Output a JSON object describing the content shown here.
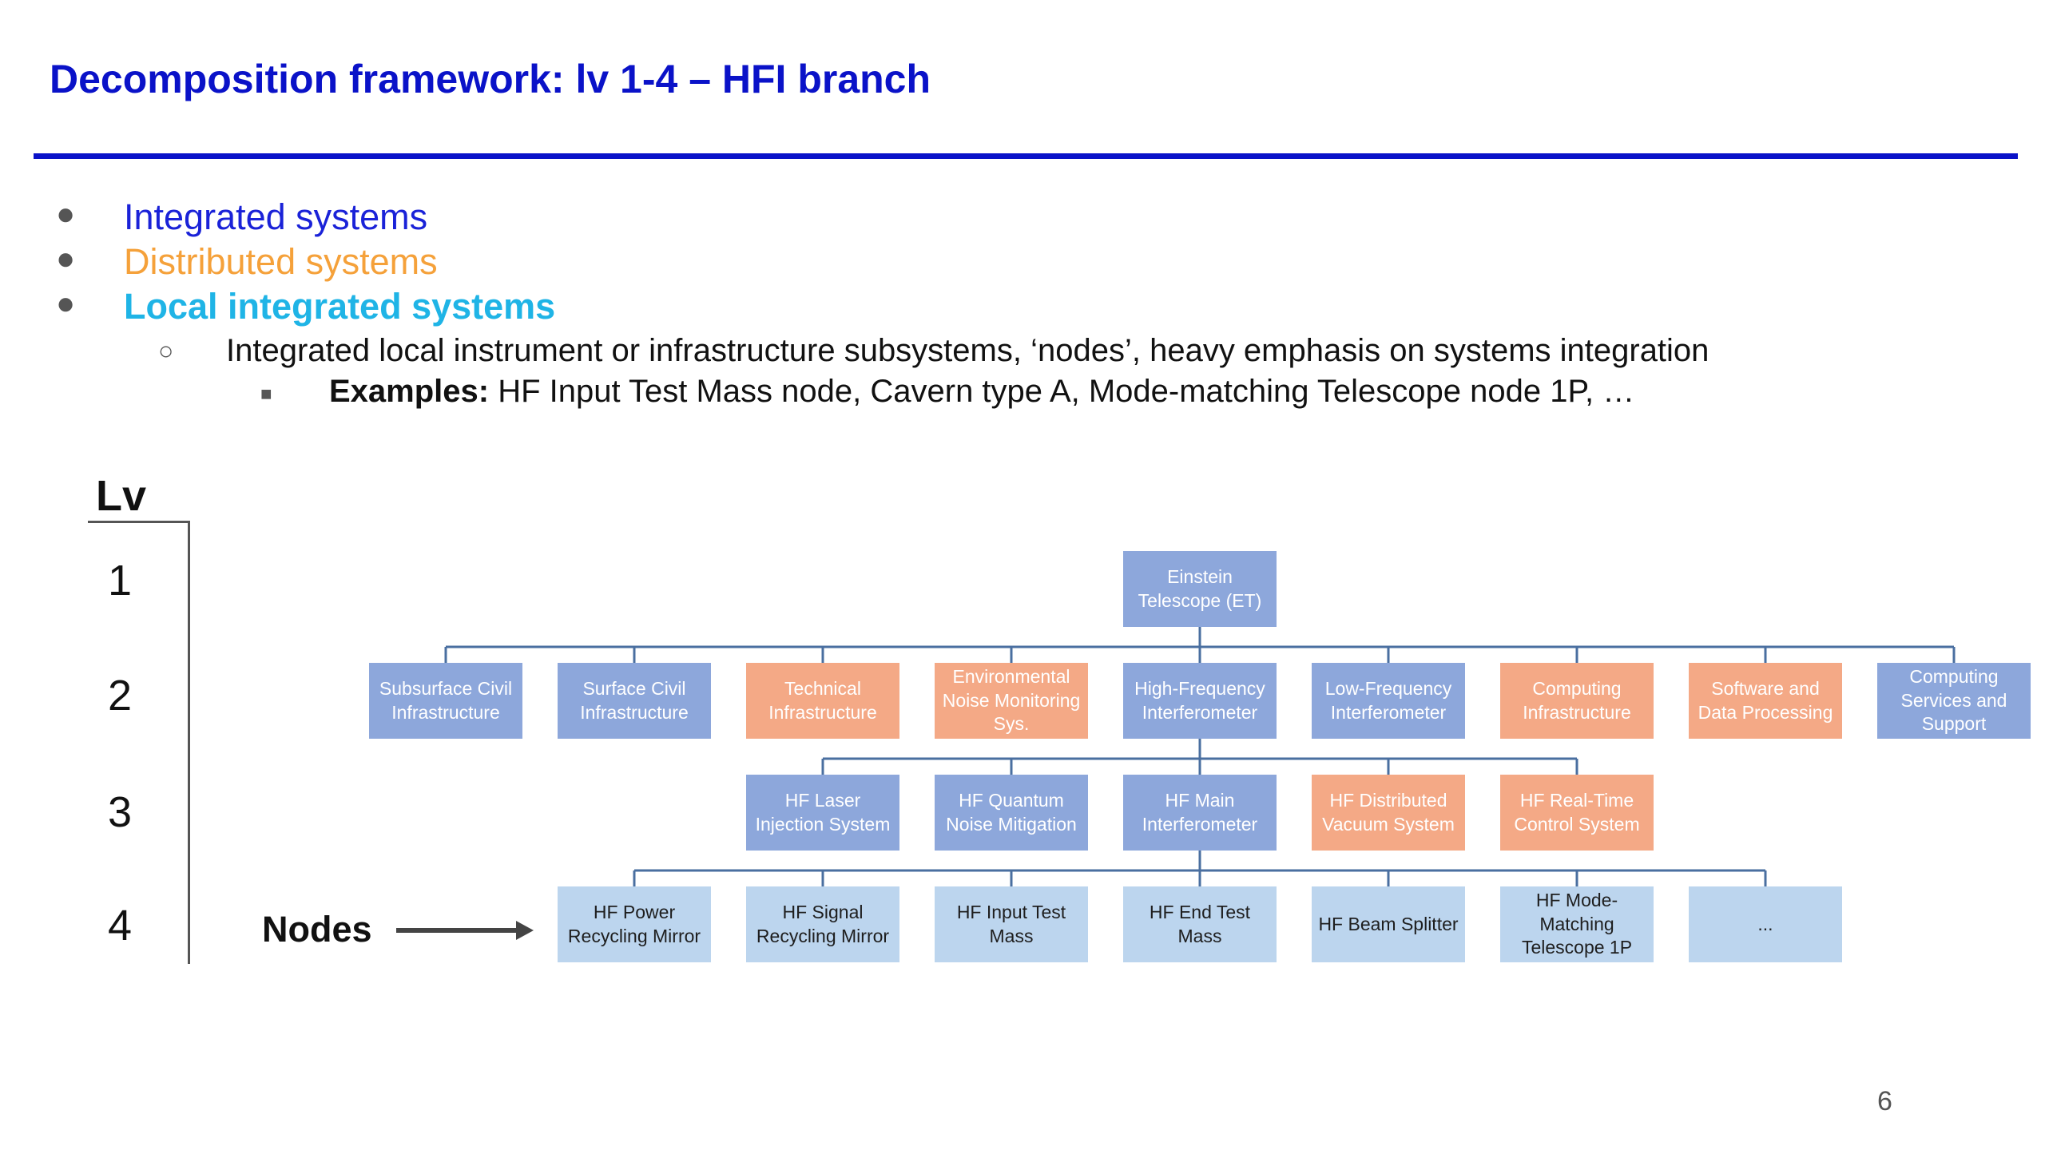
{
  "slide": {
    "title": "Decomposition framework: lv 1-4 – HFI branch",
    "page_number": "6"
  },
  "bullets": {
    "integrated": "Integrated systems",
    "distributed": "Distributed systems",
    "local": "Local integrated systems",
    "sub": "Integrated local instrument or infrastructure subsystems, ‘nodes’, heavy emphasis on systems integration",
    "examples_label": "Examples:",
    "examples_text": " HF Input Test Mass node, Cavern type A, Mode-matching Telescope node 1P, …"
  },
  "levels": {
    "header": "Lv",
    "values": [
      "1",
      "2",
      "3",
      "4"
    ]
  },
  "nodes_label": "Nodes",
  "colors": {
    "title": "#0a12c8",
    "integrated": "#1a22d8",
    "distributed": "#f5a13a",
    "local": "#1fb4e6",
    "box_integrated": "#8da7db",
    "box_distributed": "#f4a986",
    "box_node": "#bcd5ee",
    "connector": "#4a6fa0"
  },
  "tree": {
    "level1": [
      {
        "label": "Einstein Telescope (ET)",
        "type": "integrated"
      }
    ],
    "level2": [
      {
        "label": "Subsurface Civil Infrastructure",
        "type": "integrated"
      },
      {
        "label": "Surface Civil Infrastructure",
        "type": "integrated"
      },
      {
        "label": "Technical Infrastructure",
        "type": "distributed"
      },
      {
        "label": "Environmental Noise Monitoring Sys.",
        "type": "distributed"
      },
      {
        "label": "High-Frequency Interferometer",
        "type": "integrated"
      },
      {
        "label": "Low-Frequency Interferometer",
        "type": "integrated"
      },
      {
        "label": "Computing Infrastructure",
        "type": "distributed"
      },
      {
        "label": "Software and Data Processing",
        "type": "distributed"
      },
      {
        "label": "Computing Services and Support",
        "type": "integrated"
      }
    ],
    "level3": [
      {
        "label": "HF Laser Injection System",
        "type": "integrated"
      },
      {
        "label": "HF Quantum Noise Mitigation",
        "type": "integrated"
      },
      {
        "label": "HF Main Interferometer",
        "type": "integrated"
      },
      {
        "label": "HF Distributed Vacuum System",
        "type": "distributed"
      },
      {
        "label": "HF Real-Time Control System",
        "type": "distributed"
      }
    ],
    "level4": [
      {
        "label": "HF Power Recycling Mirror",
        "type": "node"
      },
      {
        "label": "HF Signal Recycling Mirror",
        "type": "node"
      },
      {
        "label": "HF Input Test Mass",
        "type": "node"
      },
      {
        "label": "HF End Test Mass",
        "type": "node"
      },
      {
        "label": "HF Beam Splitter",
        "type": "node"
      },
      {
        "label": "HF Mode-Matching Telescope 1P",
        "type": "node"
      },
      {
        "label": "...",
        "type": "node"
      }
    ]
  }
}
